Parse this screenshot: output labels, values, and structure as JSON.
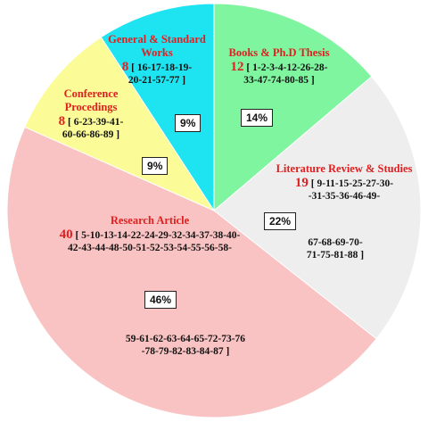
{
  "chart_data": {
    "type": "pie",
    "title": "",
    "slices": [
      {
        "category": "Books & Ph.D Thesis",
        "count": 12,
        "percent": 14,
        "refs_a": "[ 1-2-3-4-12-26-28-",
        "refs_b": "33-47-74-80-85 ]",
        "refs_c": "",
        "refs_d": "",
        "color": "#7ff5a0"
      },
      {
        "category": "Literature Review & Studies",
        "count": 19,
        "percent": 22,
        "refs_a": "[ 9-11-15-25-27-30-",
        "refs_b": "-31-35-36-46-49-",
        "refs_c": "67-68-69-70-",
        "refs_d": "71-75-81-88 ]",
        "color": "#eeeeee"
      },
      {
        "category": "Research Article",
        "count": 40,
        "percent": 46,
        "refs_a": "[ 5-10-13-14-22-24-29-32-34-37-38-40-",
        "refs_b": "42-43-44-48-50-51-52-53-54-55-56-58-",
        "refs_c": "59-61-62-63-64-65-72-73-76",
        "refs_d": "-78-79-82-83-84-87 ]",
        "color": "#f9c3c3"
      },
      {
        "category": "Conference Procedings",
        "count": 8,
        "percent": 9,
        "refs_a": "[ 6-23-39-41-",
        "refs_b": "60-66-86-89 ]",
        "refs_c": "",
        "refs_d": "",
        "color": "#fbfb97"
      },
      {
        "category": "General & Standard Works",
        "count": 8,
        "percent": 9,
        "refs_a": "[ 16-17-18-19-",
        "refs_b": "20-21-57-77 ]",
        "refs_c": "",
        "refs_d": "",
        "color": "#1ee4f1"
      }
    ]
  }
}
